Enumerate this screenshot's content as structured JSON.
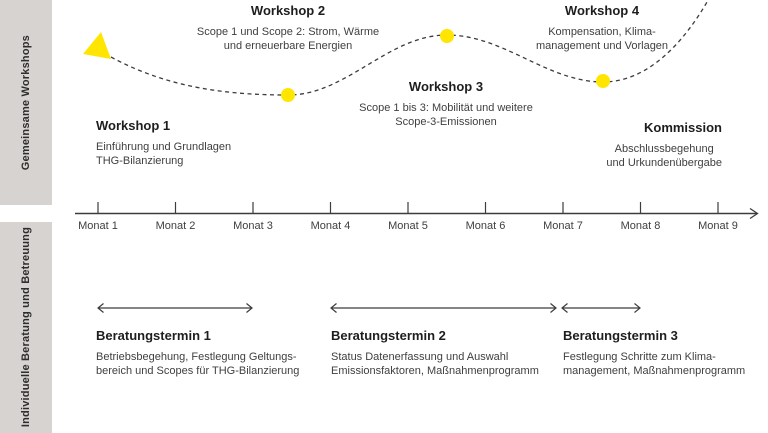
{
  "colors": {
    "accent_yellow": "#FFE500",
    "sidebar_bg": "#D6D3D0",
    "line_color": "#3C3C3C",
    "heading_color": "#1E1E1E",
    "body_color": "#3F3F3F",
    "sidebar_text": "#2E2E2E"
  },
  "sidebar": {
    "top_label": "Gemeinsame Workshops",
    "bottom_label": "Individuelle Beratung und Betreuung"
  },
  "workshops": [
    {
      "title": "Workshop 1",
      "lines": [
        "Einführung und Grundlagen",
        "THG-Bilanzierung"
      ]
    },
    {
      "title": "Workshop 2",
      "lines": [
        "Scope 1 und Scope 2: Strom, Wärme",
        "und erneuerbare Energien"
      ]
    },
    {
      "title": "Workshop 3",
      "lines": [
        "Scope 1 bis 3: Mobilität und weitere",
        "Scope-3-Emissionen"
      ]
    },
    {
      "title": "Workshop 4",
      "lines": [
        "Kompensation, Klima-",
        "management und Vorlagen"
      ]
    },
    {
      "title": "Kommission",
      "lines": [
        "Abschlussbegehung",
        "und Urkundenübergabe"
      ]
    }
  ],
  "timeline": {
    "months": [
      "Monat 1",
      "Monat 2",
      "Monat 3",
      "Monat 4",
      "Monat 5",
      "Monat 6",
      "Monat 7",
      "Monat 8",
      "Monat 9"
    ]
  },
  "consultations": [
    {
      "title": "Beratungstermin 1",
      "lines": [
        "Betriebsbegehung, Festlegung Geltungs-",
        "bereich und Scopes für THG-Bilanzierung"
      ]
    },
    {
      "title": "Beratungstermin 2",
      "lines": [
        "Status Datenerfassung und Auswahl",
        "Emissionsfaktoren, Maßnahmenprogramm"
      ]
    },
    {
      "title": "Beratungstermin 3",
      "lines": [
        "Festlegung Schritte zum Klima-",
        "management, Maßnahmenprogramm"
      ]
    }
  ],
  "markers": {
    "start_marker": "yellow-triangle",
    "workshop_dot": "yellow-dot",
    "curve_style": "dashed"
  }
}
